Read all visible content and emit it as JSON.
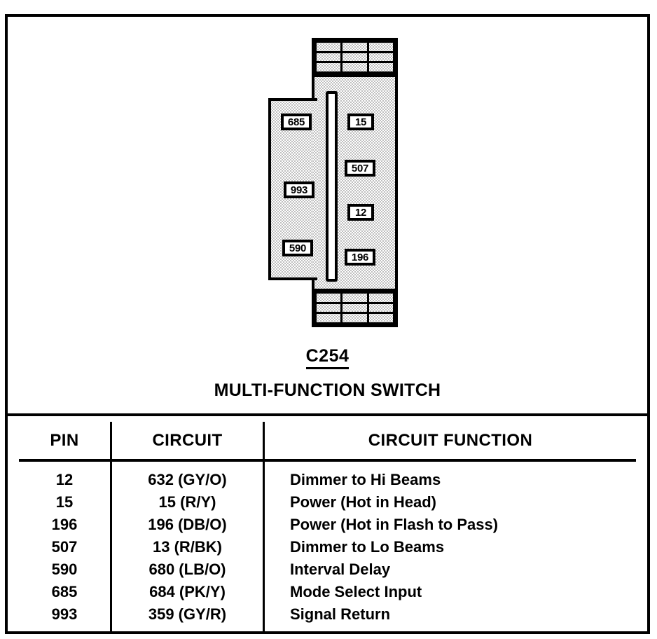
{
  "connector": {
    "code": "C254",
    "name": "MULTI-FUNCTION SWITCH",
    "left_pins": [
      {
        "id": "685"
      },
      {
        "id": "993"
      },
      {
        "id": "590"
      }
    ],
    "right_pins": [
      {
        "id": "15"
      },
      {
        "id": "507"
      },
      {
        "id": "12"
      },
      {
        "id": "196"
      }
    ]
  },
  "table": {
    "headers": {
      "pin": "PIN",
      "circuit": "CIRCUIT",
      "function": "CIRCUIT FUNCTION"
    },
    "rows": [
      {
        "pin": "12",
        "circuit": "632 (GY/O)",
        "function": "Dimmer to Hi Beams"
      },
      {
        "pin": "15",
        "circuit": "15 (R/Y)",
        "function": "Power (Hot in Head)"
      },
      {
        "pin": "196",
        "circuit": "196 (DB/O)",
        "function": "Power (Hot in Flash to Pass)"
      },
      {
        "pin": "507",
        "circuit": "13 (R/BK)",
        "function": "Dimmer to Lo Beams"
      },
      {
        "pin": "590",
        "circuit": "680 (LB/O)",
        "function": "Interval Delay"
      },
      {
        "pin": "685",
        "circuit": "684 (PK/Y)",
        "function": "Mode Select Input"
      },
      {
        "pin": "993",
        "circuit": "359 (GY/R)",
        "function": "Signal Return"
      }
    ]
  },
  "colors": {
    "ink": "#000000",
    "paper": "#ffffff"
  }
}
